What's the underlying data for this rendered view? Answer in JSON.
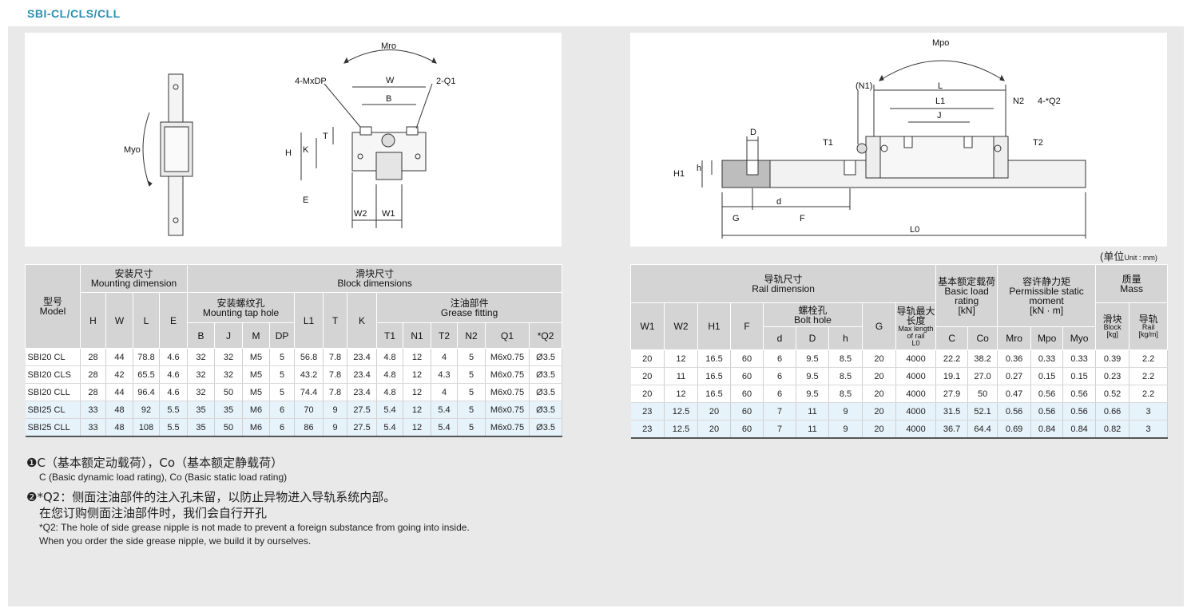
{
  "header": {
    "title": "SBI-CL/CLS/CLL"
  },
  "fig1": {
    "labels": [
      "Mro",
      "4-MxDP",
      "W",
      "2-Q1",
      "B",
      "T",
      "H",
      "K",
      "E",
      "W2",
      "W1",
      "Myo"
    ]
  },
  "fig2": {
    "labels": [
      "Mpo",
      "(N1)",
      "L",
      "L1",
      "N2",
      "4-*Q2",
      "J",
      "D",
      "T1",
      "T2",
      "H1",
      "h",
      "d",
      "G",
      "F",
      "L0"
    ]
  },
  "unit_label": "(单位",
  "unit_small": "Unit : mm)",
  "table1": {
    "model_cn": "型号",
    "model_en": "Model",
    "mount_cn": "安装尺寸",
    "mount_en": "Mounting dimension",
    "block_cn": "滑块尺寸",
    "block_en": "Block dimensions",
    "tap_cn": "安装螺纹孔",
    "tap_en": "Mounting tap hole",
    "grease_cn": "注油部件",
    "grease_en": "Grease fitting",
    "cols": {
      "H": "H",
      "W": "W",
      "L": "L",
      "E": "E",
      "B": "B",
      "J": "J",
      "M": "M",
      "DP": "DP",
      "L1": "L1",
      "T": "T",
      "K": "K",
      "T1": "T1",
      "N1": "N1",
      "T2": "T2",
      "N2": "N2",
      "Q1": "Q1",
      "Q2": "*Q2"
    },
    "rows": [
      [
        "SBI20 CL",
        "28",
        "44",
        "78.8",
        "4.6",
        "32",
        "32",
        "M5",
        "5",
        "56.8",
        "7.8",
        "23.4",
        "4.8",
        "12",
        "4",
        "5",
        "M6x0.75",
        "Ø3.5"
      ],
      [
        "SBI20 CLS",
        "28",
        "42",
        "65.5",
        "4.6",
        "32",
        "32",
        "M5",
        "5",
        "43.2",
        "7.8",
        "23.4",
        "4.8",
        "12",
        "4.3",
        "5",
        "M6x0.75",
        "Ø3.5"
      ],
      [
        "SBI20 CLL",
        "28",
        "44",
        "96.4",
        "4.6",
        "32",
        "50",
        "M5",
        "5",
        "74.4",
        "7.8",
        "23.4",
        "4.8",
        "12",
        "4",
        "5",
        "M6x0.75",
        "Ø3.5"
      ],
      [
        "SBI25 CL",
        "33",
        "48",
        "92",
        "5.5",
        "35",
        "35",
        "M6",
        "6",
        "70",
        "9",
        "27.5",
        "5.4",
        "12",
        "5.4",
        "5",
        "M6x0.75",
        "Ø3.5"
      ],
      [
        "SBI25 CLL",
        "33",
        "48",
        "108",
        "5.5",
        "35",
        "50",
        "M6",
        "6",
        "86",
        "9",
        "27.5",
        "5.4",
        "12",
        "5.4",
        "5",
        "M6x0.75",
        "Ø3.5"
      ]
    ]
  },
  "table2": {
    "rail_cn": "导轨尺寸",
    "rail_en": "Rail dimension",
    "bolt_cn": "螺栓孔",
    "bolt_en": "Bolt hole",
    "maxlen_cn": "导轨最大长度",
    "maxlen_en": "Max length of rail",
    "maxlen_sym": "L0",
    "load_cn": "基本额定载荷",
    "load_en": "Basic load rating",
    "load_unit": "[kN]",
    "static_cn": "容许静力矩",
    "static_en": "Permissible static moment",
    "static_unit": "[kN · m]",
    "mass_cn": "质量",
    "mass_en": "Mass",
    "block_cn": "滑块",
    "block_en": "Block",
    "block_unit": "[kg]",
    "rail_cn2": "导轨",
    "rail_en2": "Rail",
    "rail_unit": "[kg/m]",
    "cols": {
      "W1": "W1",
      "W2": "W2",
      "H1": "H1",
      "F": "F",
      "d": "d",
      "D": "D",
      "h": "h",
      "G": "G",
      "C": "C",
      "Co": "Co",
      "Mro": "Mro",
      "Mpo": "Mpo",
      "Myo": "Myo"
    },
    "rows": [
      [
        "20",
        "12",
        "16.5",
        "60",
        "6",
        "9.5",
        "8.5",
        "20",
        "4000",
        "22.2",
        "38.2",
        "0.36",
        "0.33",
        "0.33",
        "0.39",
        "2.2"
      ],
      [
        "20",
        "11",
        "16.5",
        "60",
        "6",
        "9.5",
        "8.5",
        "20",
        "4000",
        "19.1",
        "27.0",
        "0.27",
        "0.15",
        "0.15",
        "0.23",
        "2.2"
      ],
      [
        "20",
        "12",
        "16.5",
        "60",
        "6",
        "9.5",
        "8.5",
        "20",
        "4000",
        "27.9",
        "50",
        "0.47",
        "0.56",
        "0.56",
        "0.52",
        "2.2"
      ],
      [
        "23",
        "12.5",
        "20",
        "60",
        "7",
        "11",
        "9",
        "20",
        "4000",
        "31.5",
        "52.1",
        "0.56",
        "0.56",
        "0.56",
        "0.66",
        "3"
      ],
      [
        "23",
        "12.5",
        "20",
        "60",
        "7",
        "11",
        "9",
        "20",
        "4000",
        "36.7",
        "64.4",
        "0.69",
        "0.84",
        "0.84",
        "0.82",
        "3"
      ]
    ]
  },
  "notes": {
    "n1_cn": "❶C（基本额定动载荷），Co（基本额定静载荷）",
    "n1_en": "C (Basic dynamic load rating), Co (Basic static load rating)",
    "n2_cn1": "❷*Q2：侧面注油部件的注入孔未留，以防止异物进入导轨系统内部。",
    "n2_cn2": "在您订购侧面注油部件时，我们会自行开孔",
    "n2_en1": "*Q2: The hole of side grease nipple is not made to prevent a foreign substance from going into inside.",
    "n2_en2": "When you order the side grease nipple, we build it by ourselves."
  }
}
